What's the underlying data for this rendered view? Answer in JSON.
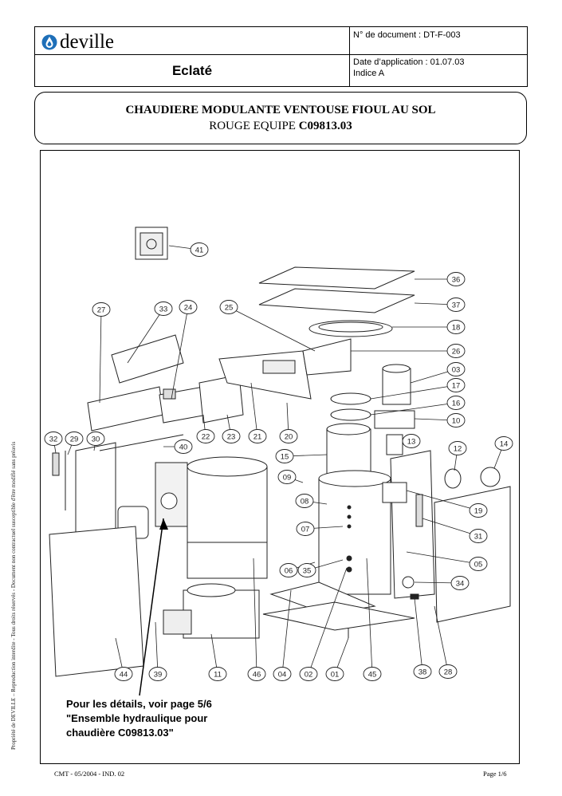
{
  "header": {
    "logo_text": "deville",
    "doc_number": "N° de document : DT-F-003",
    "title": "Eclaté",
    "date_application": "Date d’application : 01.07.03",
    "index": "Indice A"
  },
  "titlebox": {
    "line1": "CHAUDIERE MODULANTE VENTOUSE FIOUL AU SOL",
    "line2_prefix": "ROUGE EQUIPE",
    "line2_code": "C09813.03"
  },
  "diagram": {
    "callouts": [
      "41",
      "36",
      "37",
      "18",
      "27",
      "33",
      "24",
      "25",
      "26",
      "03",
      "17",
      "16",
      "10",
      "32",
      "29",
      "30",
      "40",
      "22",
      "23",
      "21",
      "20",
      "13",
      "12",
      "14",
      "15",
      "09",
      "08",
      "07",
      "19",
      "31",
      "05",
      "06",
      "35",
      "34",
      "44",
      "39",
      "11",
      "46",
      "04",
      "02",
      "01",
      "45",
      "38",
      "28"
    ]
  },
  "note": {
    "line1": "Pour les détails, voir page 5/6",
    "line2": "\"Ensemble hydraulique pour",
    "line3": "chaudière C09813.03\""
  },
  "side_text": "Propriété de DEVILLE – Reproduction interdite - Tous droits réservés - Document non contractuel susceptible d'être modifié sans préavis",
  "footer": {
    "left": "CMT - 05/2004 - IND. 02",
    "right": "Page 1/6"
  },
  "colors": {
    "logo_blue": "#1e6fb8"
  }
}
